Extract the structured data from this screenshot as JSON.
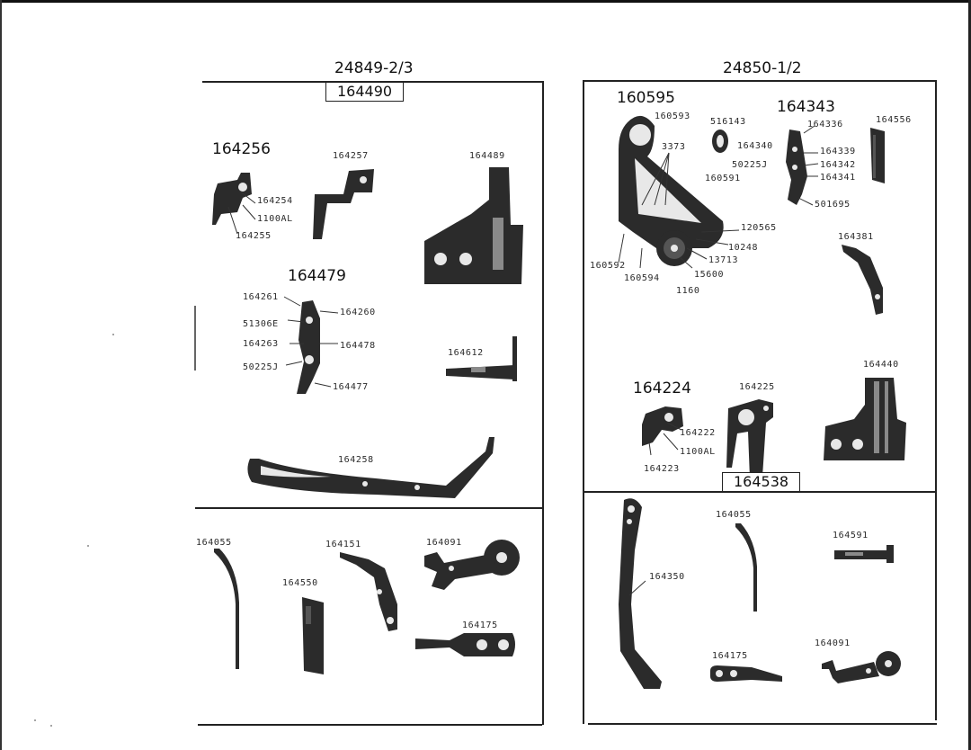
{
  "left_panel": {
    "title": "24849-2/3",
    "boxed_label": "164490",
    "groups": [
      {
        "heading": "164256",
        "labels": [
          "164254",
          "1100AL",
          "164255"
        ]
      },
      {
        "heading": "164479",
        "labels": [
          "164261",
          "51306E",
          "164263",
          "50225J",
          "164260",
          "164478",
          "164477"
        ]
      }
    ],
    "part_labels": [
      "164257",
      "164489",
      "164612",
      "164258"
    ],
    "bottom_labels": [
      "164055",
      "164151",
      "164091",
      "164550",
      "164175"
    ]
  },
  "right_panel": {
    "title": "24850-1/2",
    "group_a": {
      "heading": "160595",
      "labels": [
        "160593",
        "3373",
        "160591",
        "120565",
        "10248",
        "13713",
        "15600",
        "1160",
        "160592",
        "160594"
      ]
    },
    "group_b": {
      "heading": "164343",
      "labels": [
        "516143",
        "164340",
        "50225J",
        "164339",
        "164336",
        "164342",
        "164341",
        "501695",
        "164556"
      ]
    },
    "part_labels": [
      "164381",
      "164440"
    ],
    "group_c": {
      "heading": "164224",
      "labels": [
        "164225",
        "164222",
        "1100AL",
        "164223"
      ]
    },
    "boxed_label": "164538",
    "bottom_labels": [
      "164055",
      "164591",
      "164350",
      "164175",
      "164091"
    ]
  },
  "icons": [
    "knife-holder-icon",
    "presser-foot-icon",
    "throat-plate-icon",
    "looper-icon",
    "feed-dog-icon",
    "needle-clamp-icon",
    "lever-icon",
    "spring-icon",
    "guide-icon"
  ]
}
